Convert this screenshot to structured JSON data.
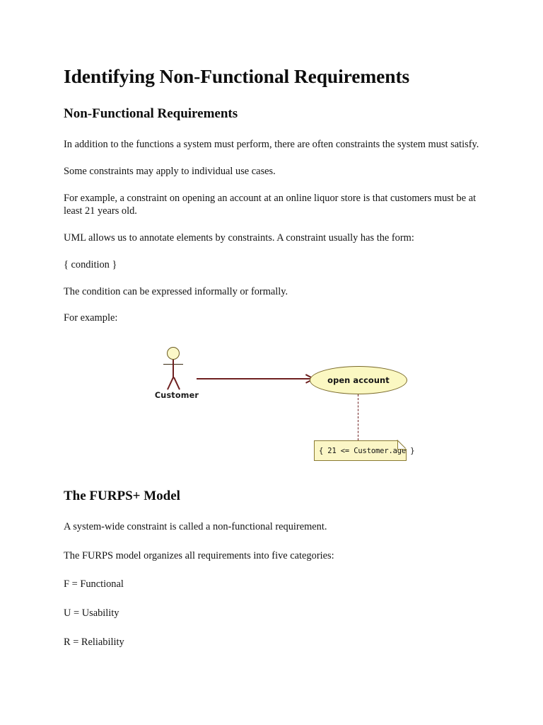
{
  "document": {
    "title": "Identifying Non-Functional Requirements",
    "sections": [
      {
        "heading": "Non-Functional Requirements",
        "paragraphs": [
          "In addition to the functions a system must perform, there are often constraints the system must satisfy.",
          "Some constraints may apply to individual use cases.",
          "For example, a constraint on opening an account at an online liquor store is that customers must be at least 21 years old.",
          "UML allows us to annotate elements by constraints. A constraint usually has the form:",
          "{ condition }",
          "The condition can be expressed informally or formally.",
          "For example:"
        ]
      },
      {
        "heading": "The FURPS+ Model",
        "paragraphs": [
          "A system-wide constraint is called a non-functional requirement.",
          "The FURPS model organizes all requirements into five categories:",
          "F = Functional",
          "U = Usability",
          "R = Reliability"
        ]
      }
    ]
  },
  "diagram": {
    "type": "uml-use-case-diagram",
    "actor": {
      "label": "Customer",
      "icon": "stick-figure-actor"
    },
    "use_case": {
      "label": "open account"
    },
    "note": {
      "text": "{ 21 <= Customer.age }"
    },
    "relationships": [
      {
        "kind": "association",
        "from": "Customer",
        "to": "open account",
        "style": "solid-arrow"
      },
      {
        "kind": "constraint-link",
        "from": "open account",
        "to": "{ 21 <= Customer.age }",
        "style": "dashed"
      }
    ],
    "colors": {
      "fill": "#fbf8c2",
      "stroke": "#7a6a2a",
      "line": "#6e2020",
      "note_fill": "#fbf6c6",
      "note_stroke": "#8a7a32"
    }
  }
}
